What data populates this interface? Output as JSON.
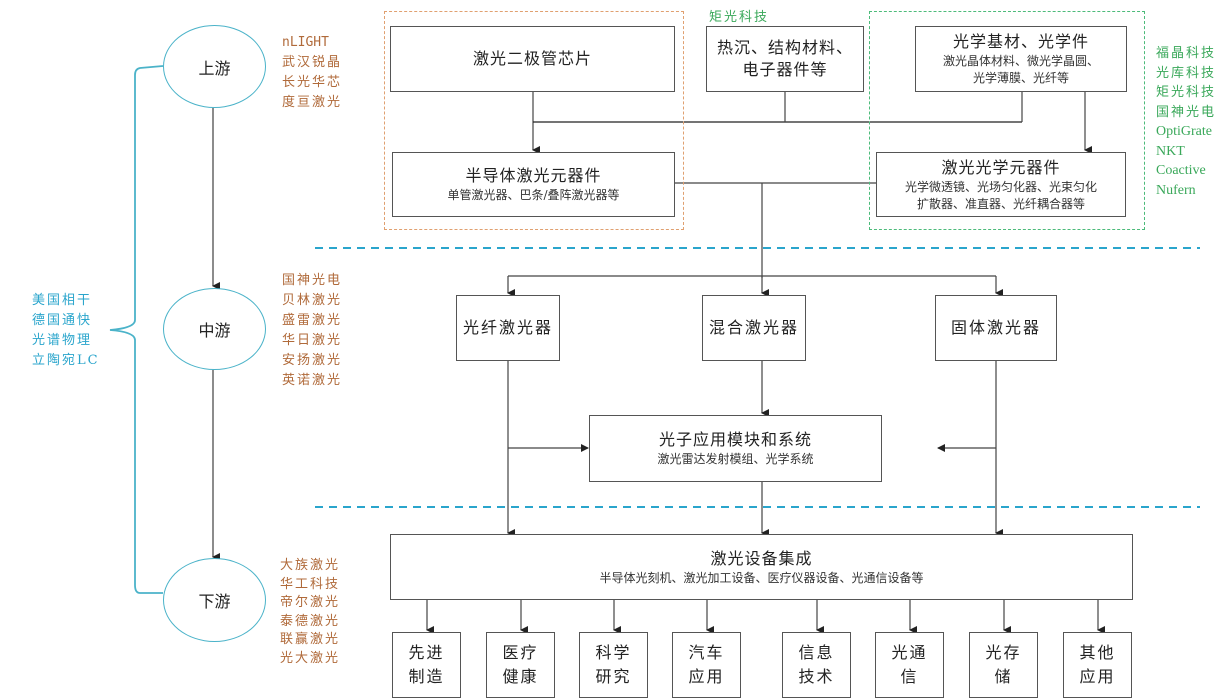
{
  "stages": {
    "upstream": "上游",
    "midstream": "中游",
    "downstream": "下游"
  },
  "company_lists": {
    "upstream": [
      "nLIGHT",
      "武汉锐晶",
      "长光华芯",
      "度亘激光"
    ],
    "midstream": [
      "国神光电",
      "贝林激光",
      "盛雷激光",
      "华日激光",
      "安扬激光",
      "英诺激光"
    ],
    "downstream": [
      "大族激光",
      "华工科技",
      "帝尔激光",
      "泰德激光",
      "联赢激光",
      "光大激光"
    ],
    "cross_stage": [
      "美国相干",
      "德国通快",
      "光谱物理",
      "立陶宛LC"
    ],
    "optics": [
      "福晶科技",
      "光库科技",
      "矩光科技",
      "国神光电",
      "OptiGrate",
      "NKT",
      "Coactive",
      "Nufern"
    ],
    "thermal": "矩光科技"
  },
  "upstream_boxes": {
    "diode_chip": {
      "title": "激光二极管芯片"
    },
    "thermal_materials": {
      "title_line1": "热沉、结构材料、",
      "title_line2": "电子器件等"
    },
    "optical_substrates": {
      "title": "光学基材、光学件",
      "sub_line1": "激光晶体材料、微光学晶圆、",
      "sub_line2": "光学薄膜、光纤等"
    },
    "semiconductor_components": {
      "title": "半导体激光元器件",
      "sub": "单管激光器、巴条/叠阵激光器等"
    },
    "optical_components": {
      "title": "激光光学元器件",
      "sub_line1": "光学微透镜、光场匀化器、光束匀化",
      "sub_line2": "扩散器、准直器、光纤耦合器等"
    }
  },
  "midstream_boxes": {
    "fiber_laser": "光纤激光器",
    "hybrid_laser": "混合激光器",
    "solid_laser": "固体激光器",
    "photonic_modules": {
      "title": "光子应用模块和系统",
      "sub": "激光雷达发射模组、光学系统"
    }
  },
  "downstream_boxes": {
    "integration": {
      "title": "激光设备集成",
      "sub": "半导体光刻机、激光加工设备、医疗仪器设备、光通信设备等"
    },
    "applications": [
      {
        "line1": "先进",
        "line2": "制造"
      },
      {
        "line1": "医疗",
        "line2": "健康"
      },
      {
        "line1": "科学",
        "line2": "研究"
      },
      {
        "line1": "汽车",
        "line2": "应用"
      },
      {
        "line1": "信息",
        "line2": "技术"
      },
      {
        "line1": "光通",
        "line2": "信"
      },
      {
        "line1": "光存",
        "line2": "储"
      },
      {
        "line1": "其他",
        "line2": "应用"
      }
    ]
  },
  "colors": {
    "stage_outline": "#4bb3c9",
    "upstream_group": "#e0a070",
    "optics_group": "#4cbb7a",
    "divider": "#2aa5cc",
    "company_brown": "#b06a3a",
    "company_green": "#3aa85a",
    "company_blue": "#2aa5cc"
  }
}
